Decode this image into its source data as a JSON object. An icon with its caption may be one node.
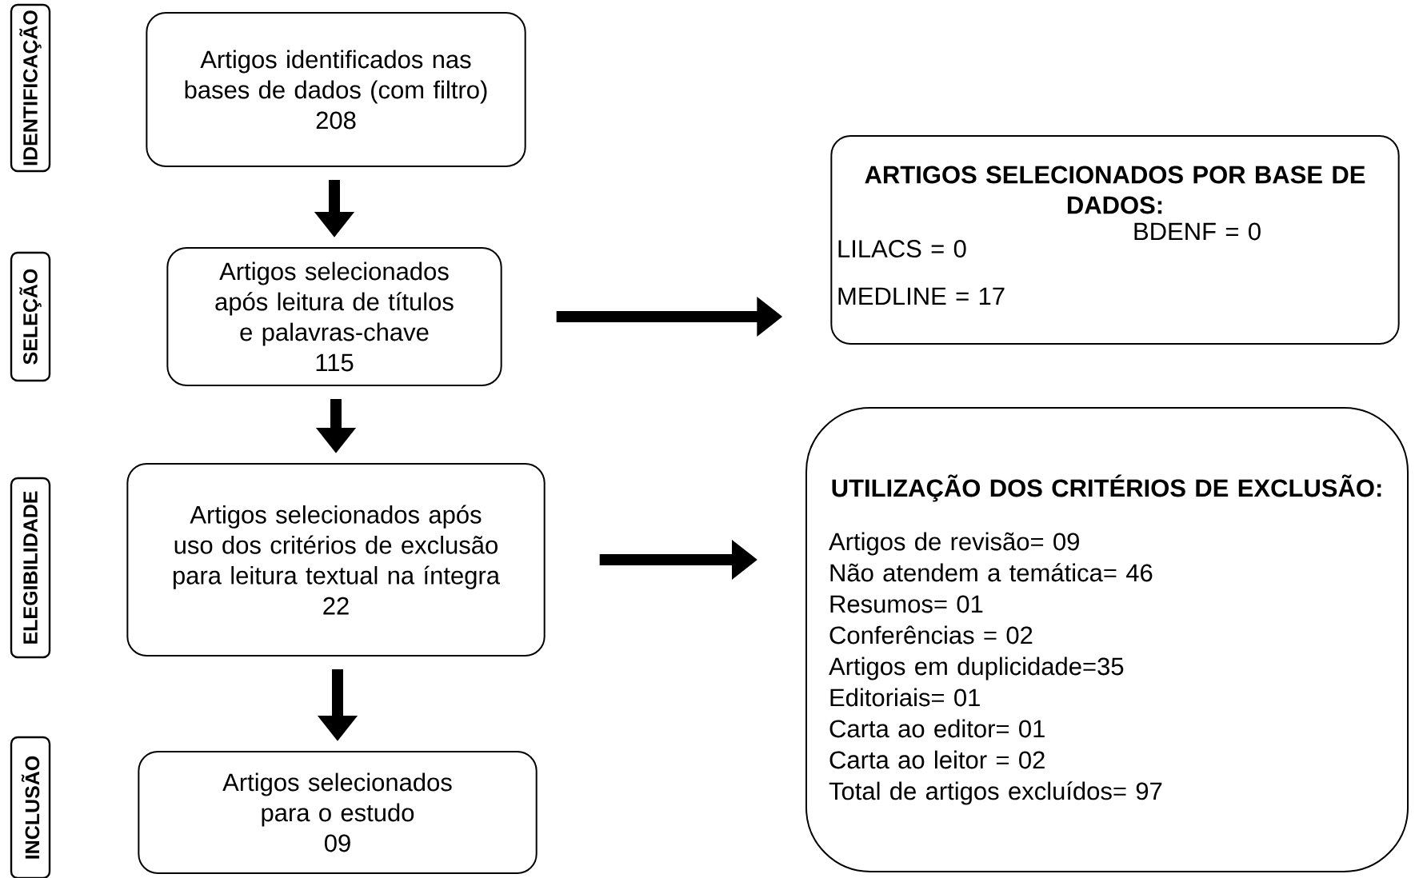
{
  "diagram": {
    "nodes": [
      {
        "text": [
          "IDENTIFICAÇÃO"
        ]
      },
      {
        "text": [
          "SELEÇÃO"
        ]
      },
      {
        "text": [
          "ELEGIBILIDADE"
        ]
      },
      {
        "text": [
          "INCLUSÃO"
        ]
      },
      {
        "text": [
          "Artigos identificados nas bases de dados (com filtro)",
          "208"
        ]
      },
      {
        "text": [
          "Artigos selecionados após leitura de títulos e palavras-chave",
          "115"
        ]
      },
      {
        "text": [
          "Artigos selecionados após uso dos critérios de exclusão para leitura textual na íntegra",
          "22"
        ]
      },
      {
        "text": [
          "Artigos selecionados para o estudo",
          "09"
        ]
      },
      {
        "text": [
          "ARTIGOS SELECIONADOS POR BASE DE DADOS:",
          "LILACS = 0",
          "BDENF = 0",
          "MEDLINE = 17"
        ]
      },
      {
        "text": [
          "UTILIZAÇÃO DOS CRITÉRIOS DE EXCLUSÃO:",
          "Artigos de revisão= 09",
          "Não atendem a temática= 46",
          "Resumos= 01",
          "Conferências = 02",
          "Artigos em duplicidade=35",
          "Editoriais= 01",
          "Carta ao editor= 01",
          "Carta ao leitor = 02",
          "Total de artigos excluídos= 97"
        ]
      }
    ],
    "edges": [
      {
        "from": 4,
        "to": 5,
        "arrow": "to"
      },
      {
        "from": 5,
        "to": 6,
        "arrow": "to"
      },
      {
        "from": 6,
        "to": 7,
        "arrow": "to"
      },
      {
        "from": 5,
        "to": 8,
        "arrow": "to"
      },
      {
        "from": 6,
        "to": 9,
        "arrow": "to"
      }
    ]
  }
}
